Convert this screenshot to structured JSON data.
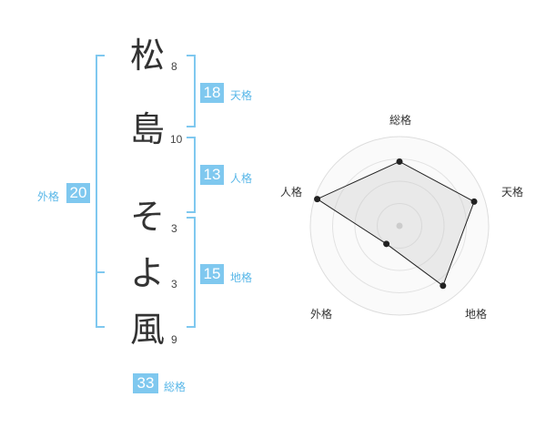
{
  "name": {
    "characters": [
      {
        "char": "松",
        "strokes": "8"
      },
      {
        "char": "島",
        "strokes": "10"
      },
      {
        "char": "そ",
        "strokes": "3"
      },
      {
        "char": "よ",
        "strokes": "3"
      },
      {
        "char": "風",
        "strokes": "9"
      }
    ]
  },
  "grids": {
    "tenkaku": {
      "label": "天格",
      "value": "18"
    },
    "jinkaku": {
      "label": "人格",
      "value": "13"
    },
    "chikaku": {
      "label": "地格",
      "value": "15"
    },
    "gaikaku": {
      "label": "外格",
      "value": "20"
    },
    "soukaku": {
      "label": "総格",
      "value": "33"
    }
  },
  "colors": {
    "accent": "#7fc8ef",
    "accent_text": "#59b7e8"
  },
  "chart_data": {
    "type": "radar",
    "axes": [
      "総格",
      "天格",
      "地格",
      "外格",
      "人格"
    ],
    "values": [
      0.72,
      0.88,
      0.83,
      0.25,
      0.97
    ],
    "range": [
      0,
      1
    ],
    "rings": 4
  }
}
